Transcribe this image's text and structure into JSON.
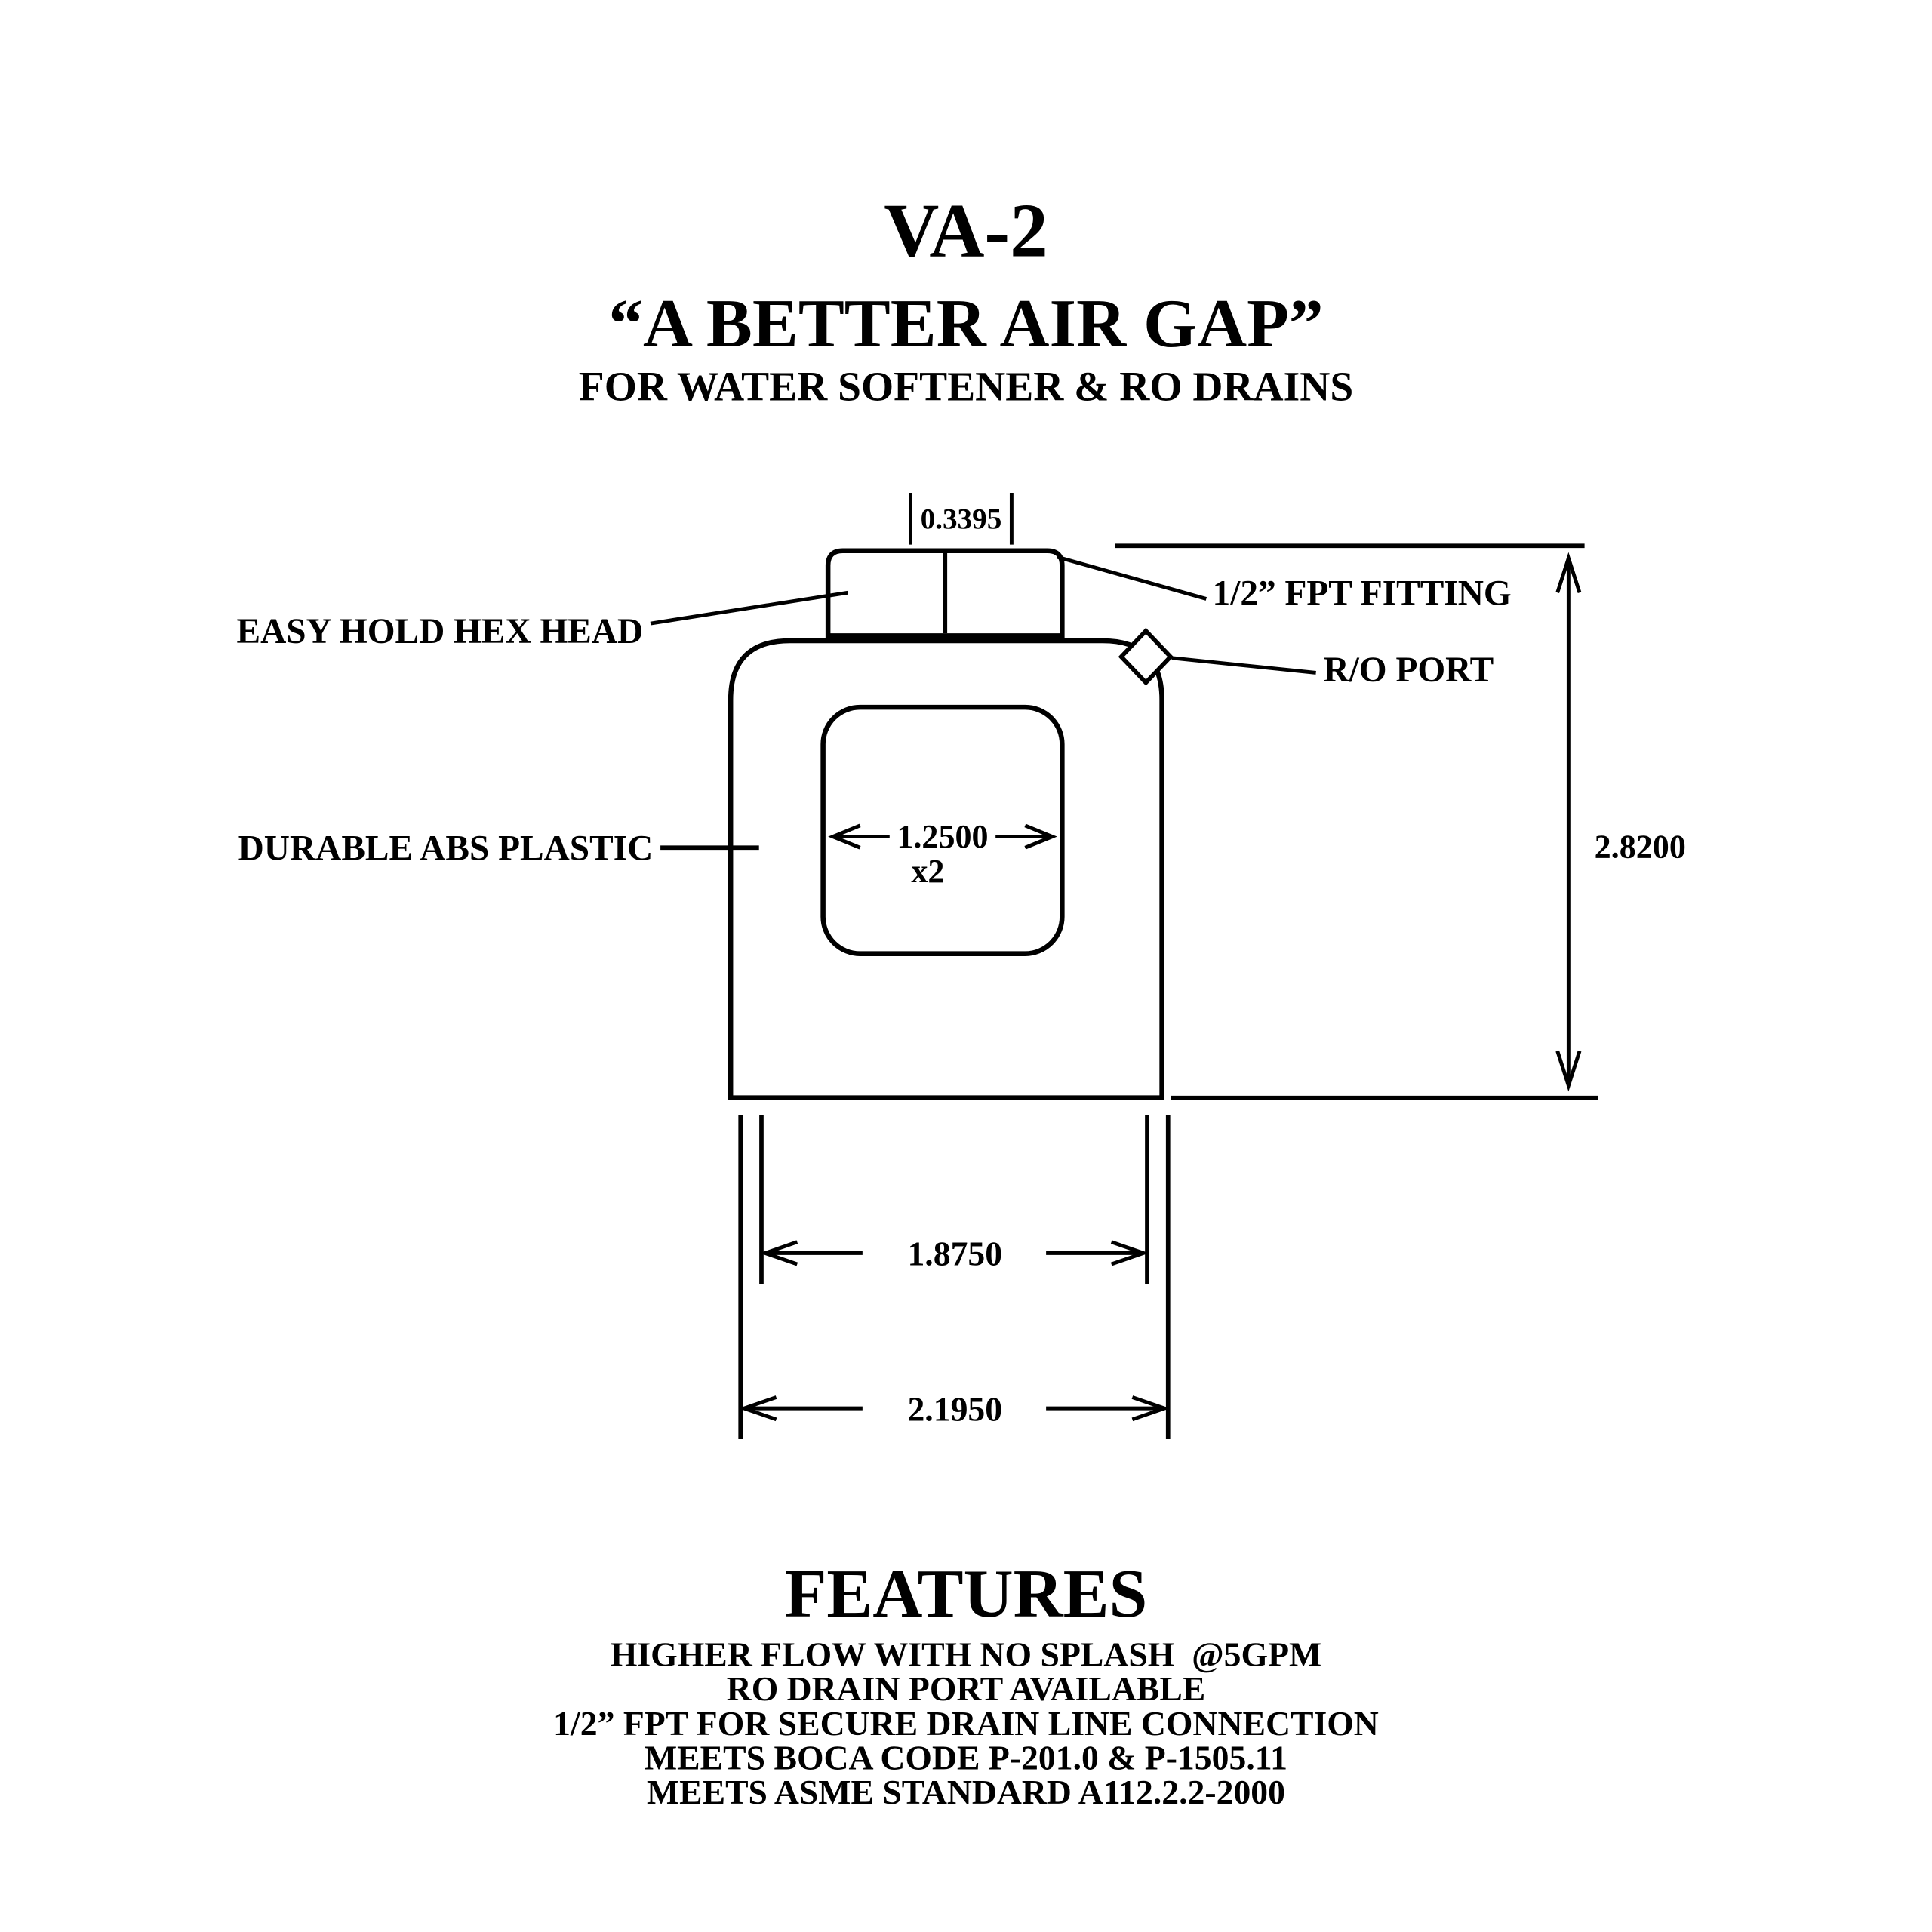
{
  "title": {
    "model": "VA-2",
    "tagline": "“A BETTER AIR GAP”",
    "subtitle": "FOR WATER SOFTENER & RO DRAINS"
  },
  "labels": {
    "hex_head": "EASY HOLD HEX HEAD",
    "fpt_fitting": "1/2” FPT FITTING",
    "ro_port": "R/O PORT",
    "abs_plastic": "DURABLE ABS PLASTIC"
  },
  "dims": {
    "cap_width": "0.3395",
    "height": "2.8200",
    "window_width": "1.2500",
    "window_count": "x2",
    "body_width": "1.8750",
    "overall_width": "2.1950"
  },
  "features": {
    "heading": "FEATURES",
    "items": [
      "HIGHER FLOW WITH NO SPLASH  @5GPM",
      "RO DRAIN PORT AVAILABLE",
      "1/2” FPT FOR SECURE DRAIN LINE CONNECTION",
      "MEETS BOCA CODE P-201.0 & P-1505.11",
      "MEETS ASME STANDARD A112.2.2-2000"
    ]
  },
  "colors": {
    "line": "#000000",
    "background": "#ffffff"
  }
}
